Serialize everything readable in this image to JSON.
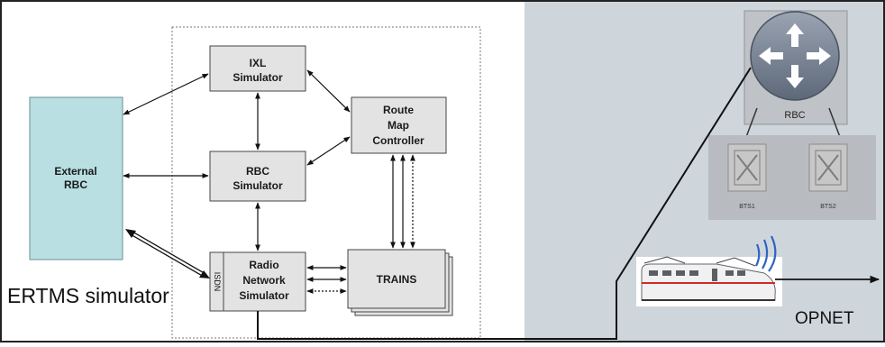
{
  "left": {
    "caption": "ERTMS simulator",
    "external_rbc": [
      "External",
      "RBC"
    ],
    "ixl": [
      "IXL",
      "Simulator"
    ],
    "rbc_sim": [
      "RBC",
      "Simulator"
    ],
    "route_map": [
      "Route",
      "Map",
      "Controller"
    ],
    "radio": [
      "Radio",
      "Network",
      "Simulator"
    ],
    "isdn": "ISDN",
    "trains": "TRAINS"
  },
  "right": {
    "caption": "OPNET",
    "router_label": "RBC",
    "bts1": "BTS1",
    "bts2": "BTS2"
  },
  "colors": {
    "external_rbc_fill": "#b9dfe2",
    "block_fill": "#e3e3e3",
    "opnet_panel": "#cfd6db",
    "router_body": "#7a8596",
    "bts_fill": "#c7c7c7"
  }
}
